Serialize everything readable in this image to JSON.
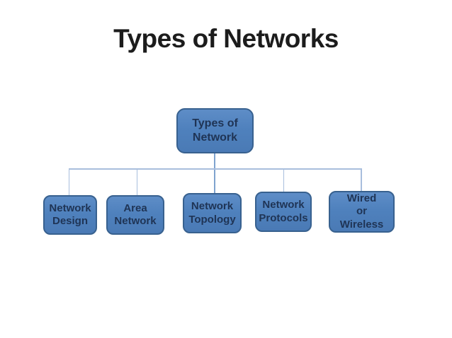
{
  "slide": {
    "title": "Types of Networks"
  },
  "diagram": {
    "root": {
      "label": "Types of\nNetwork"
    },
    "children": [
      {
        "label": "Network\nDesign"
      },
      {
        "label": "Area\nNetwork"
      },
      {
        "label": "Network\nTopology"
      },
      {
        "label": "Network\nProtocols"
      },
      {
        "label": "Wired\nor\nWireless"
      }
    ]
  },
  "colors": {
    "background": "#ffffff",
    "node_fill": "#4f81bd",
    "node_border": "#38618f",
    "node_text": "#1f3455",
    "connector": "#a8bedd",
    "connector_stub": "#7fa3cf",
    "title_text": "#1c1c1c"
  }
}
